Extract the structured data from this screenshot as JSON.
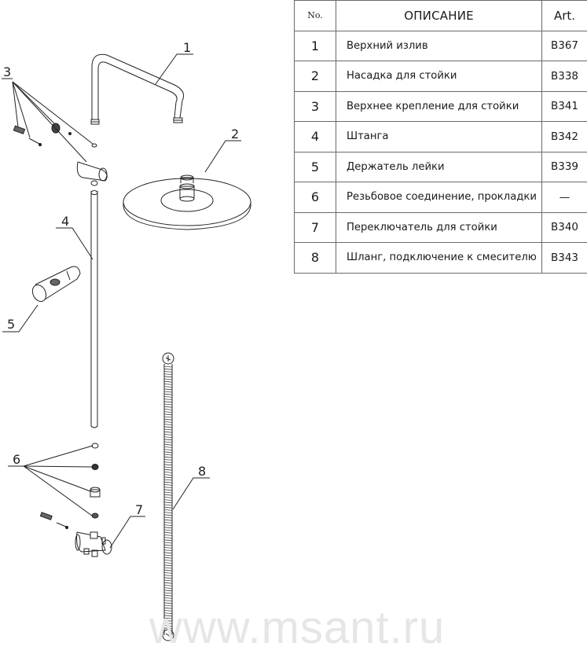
{
  "table": {
    "headers": {
      "no": "No.",
      "description": "ОПИСАНИЕ",
      "art": "Art."
    },
    "rows": [
      {
        "no": "1",
        "description": "Верхний излив",
        "art": "B367"
      },
      {
        "no": "2",
        "description": "Насадка для стойки",
        "art": "B338"
      },
      {
        "no": "3",
        "description": "Верхнее крепление для стойки",
        "art": "B341"
      },
      {
        "no": "4",
        "description": "Штанга",
        "art": "B342"
      },
      {
        "no": "5",
        "description": "Держатель лейки",
        "art": "B339"
      },
      {
        "no": "6",
        "description": "Резьбовое соединение, прокладки",
        "art": "—"
      },
      {
        "no": "7",
        "description": "Переключатель для стойки",
        "art": "B340"
      },
      {
        "no": "8",
        "description": "Шланг, подключение к смесителю",
        "art": "B343"
      }
    ]
  },
  "callouts": [
    "1",
    "2",
    "3",
    "4",
    "5",
    "6",
    "7",
    "8"
  ],
  "watermark": "www.msant.ru",
  "colors": {
    "line": "#222222",
    "table_border": "#6a6a6a",
    "watermark": "#e6e6e6"
  }
}
